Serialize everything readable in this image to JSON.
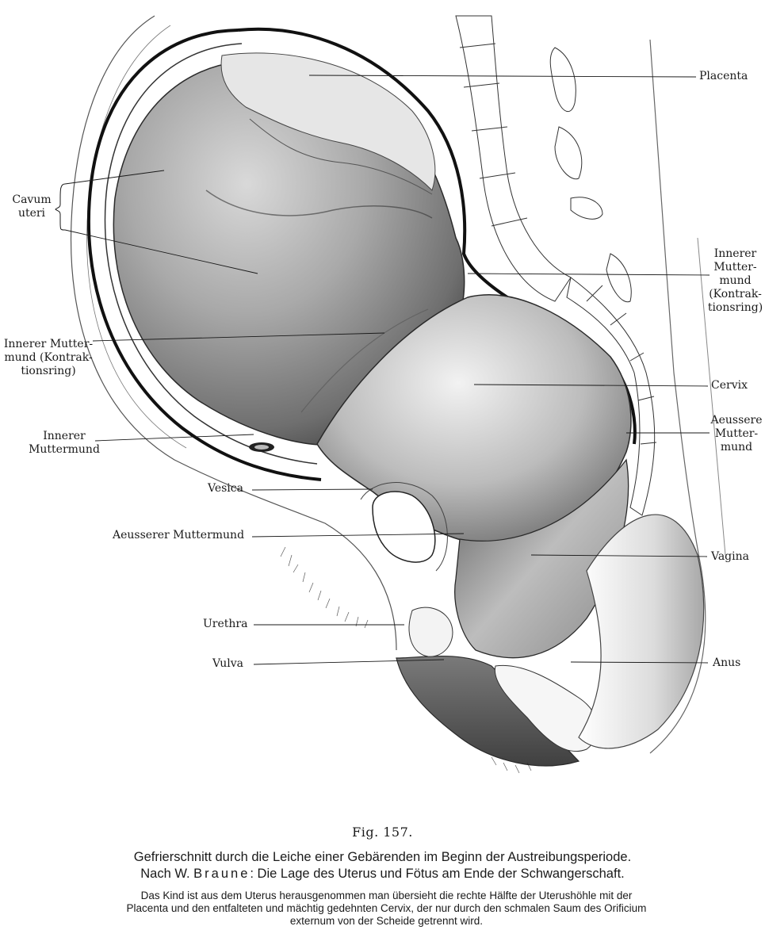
{
  "figure": {
    "labels": {
      "placenta": "Placenta",
      "cavum_uteri": [
        "Cavum",
        "uteri"
      ],
      "innerer_muttermund_right": [
        "Innerer",
        "Mutter-",
        "mund",
        "(Kontrak-",
        "tionsring)"
      ],
      "innerer_muttermund_left": [
        "Innerer Mutter-",
        "mund (Kontrak-",
        "tionsring)"
      ],
      "cervix": "Cervix",
      "innerer_muttermund_low": [
        "Innerer",
        "Muttermund"
      ],
      "aeussere_muttermund_right": [
        "Aeussere",
        "Mutter-",
        "mund"
      ],
      "vesica": "Vesica",
      "aeusserer_muttermund_left": "Aeusserer Muttermund",
      "vagina": "Vagina",
      "urethra": "Urethra",
      "vulva": "Vulva",
      "anus": "Anus"
    }
  },
  "caption": {
    "fig_number": "Fig. 157.",
    "title_line1": "Gefrierschnitt durch die Leiche einer Gebärenden im Beginn der Austreibungsperiode.",
    "title_line2_prefix": "Nach W. ",
    "title_line2_name": "Braune",
    "title_line2_suffix": ": Die Lage des Uterus und Fötus am Ende der Schwangerschaft.",
    "text_lines": [
      "Das Kind ist aus dem Uterus herausgenommen man übersieht die rechte Hälfte der Uterushöhle mit der",
      "Placenta und den entfalteten und mächtig gedehnten Cervix, der nur durch den schmalen Saum des Orificium",
      "externum von der Scheide getrennt wird."
    ]
  }
}
